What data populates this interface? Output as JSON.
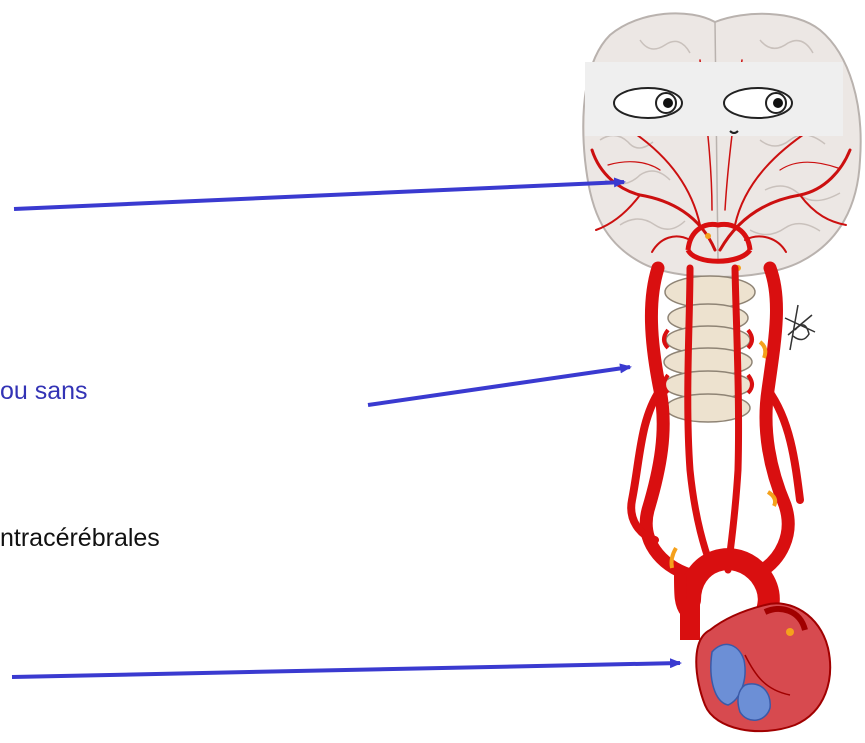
{
  "text_fragments": [
    {
      "id": "frag-blue",
      "text": "ou sans",
      "color": "#3333b5"
    },
    {
      "id": "frag-black",
      "text": "ntracérébrales",
      "color": "#111111"
    }
  ],
  "colors": {
    "arrow": "#3a3ad0",
    "artery": "#d90f10",
    "artery_dark": "#a10000",
    "brain": "#ece7e4",
    "brain_outline": "#b9b2ae",
    "vertebra": "#ede2cf",
    "plaque": "#f5a11c",
    "heart_red": "#d74a4f",
    "heart_blue": "#6c8fd6"
  },
  "icons": [
    "eyes-icon",
    "signature-mark"
  ]
}
